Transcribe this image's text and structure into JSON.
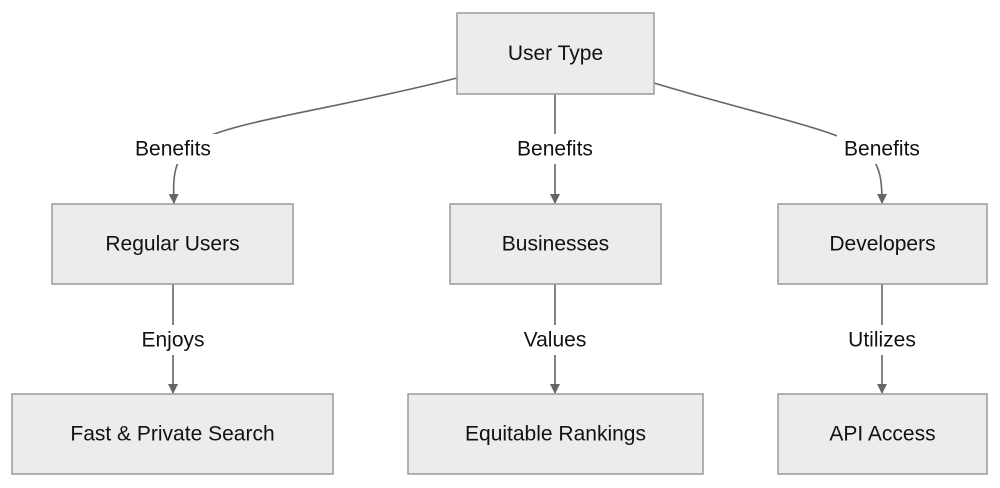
{
  "nodes": {
    "user_type": "User Type",
    "regular_users": "Regular Users",
    "businesses": "Businesses",
    "developers": "Developers",
    "fast_private_search": "Fast & Private Search",
    "equitable_rankings": "Equitable Rankings",
    "api_access": "API Access"
  },
  "edges": {
    "user_to_regular": "Benefits",
    "user_to_businesses": "Benefits",
    "user_to_developers": "Benefits",
    "regular_to_search": "Enjoys",
    "businesses_to_rankings": "Values",
    "developers_to_api": "Utilizes"
  },
  "colors": {
    "node_fill": "#ececec",
    "node_border": "#9a9a9a",
    "edge": "#666666"
  }
}
